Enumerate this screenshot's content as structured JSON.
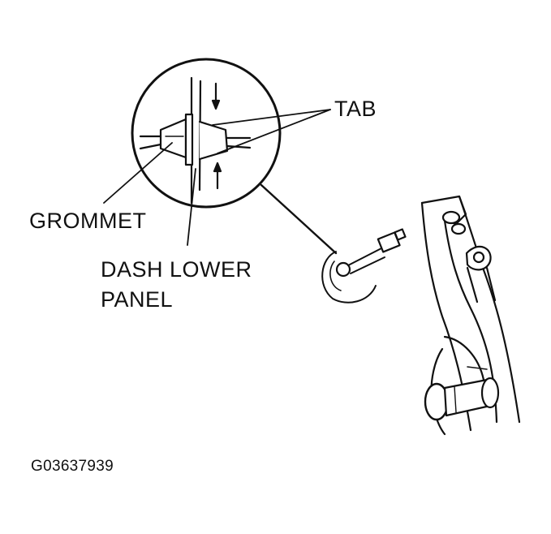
{
  "labels": {
    "tab": "TAB",
    "grommet": "GROMMET",
    "dash_lower_panel_line1": "DASH LOWER",
    "dash_lower_panel_line2": "PANEL"
  },
  "figure_id": "G03637939",
  "colors": {
    "ink": "#111111",
    "background": "#ffffff"
  }
}
